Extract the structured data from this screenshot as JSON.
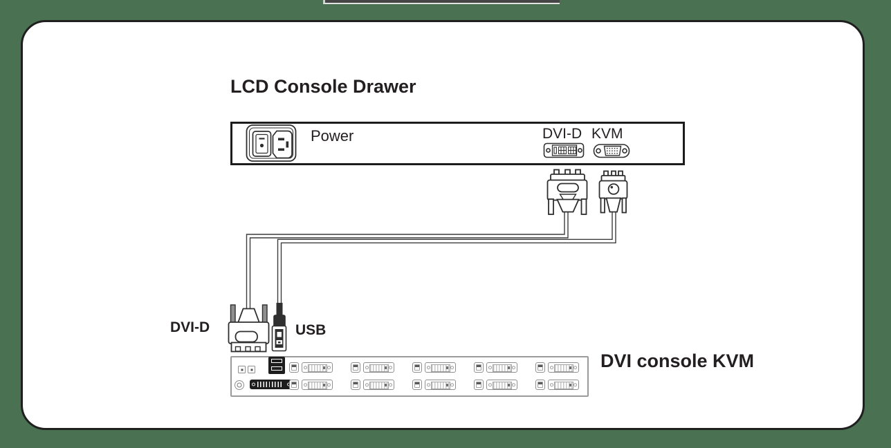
{
  "background_color": "#4a7152",
  "title": "LCD Console Drawer",
  "drawer_unit": {
    "power_label": "Power",
    "dvi_port_label": "DVI-D",
    "kvm_port_label": "KVM"
  },
  "cable_ends": {
    "dvi_label": "DVI-D",
    "usb_label": "USB"
  },
  "kvm_switch": {
    "label": "DVI console KVM",
    "rows": 2,
    "port_groups_per_row": 5
  },
  "icons": {
    "power-inlet-icon": "IEC inlet with rocker switch",
    "dvi-port-icon": "DVI-D female connector",
    "vga-port-icon": "HDB15 KVM female connector",
    "dvi-male-connector-icon": "DVI cable plug",
    "vga-male-connector-icon": "VGA cable plug",
    "usb-male-connector-icon": "USB type-B cable plug",
    "usb-b-port-icon": "USB type-B port",
    "usb-stack-icon": "dual USB type-A console ports",
    "dc-jack-icon": "round power jack",
    "black-dvi-port-icon": "console DVI-D port"
  },
  "line_color": "#2e2e2e"
}
